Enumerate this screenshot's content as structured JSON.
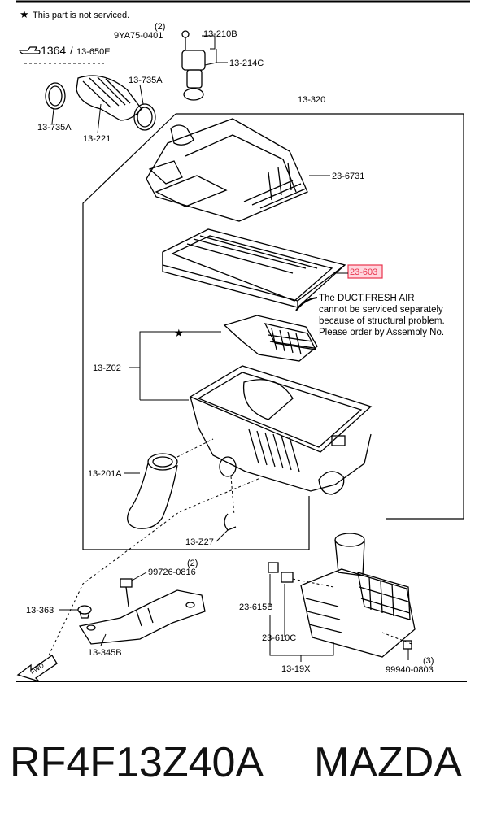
{
  "header": {
    "star_glyph": "★",
    "notice": "This part is not serviced."
  },
  "refs": {
    "ref_1364": "1364",
    "ref_13650E": "13-650E"
  },
  "callouts": {
    "c_9YA75_qty": "(2)",
    "c_9YA75": "9YA75-0401",
    "c_13210B": "13-210B",
    "c_13214C": "13-214C",
    "c_13735A_top": "13-735A",
    "c_13735A_left": "13-735A",
    "c_13221": "13-221",
    "c_13320": "13-320",
    "c_236731": "23-6731",
    "c_23603": "23-603",
    "c_13Z02": "13-Z02",
    "c_13201A": "13-201A",
    "c_13Z27": "13-Z27",
    "c_99726_qty": "(2)",
    "c_99726": "99726-0816",
    "c_13363": "13-363",
    "c_13345B": "13-345B",
    "c_23615B": "23-615B",
    "c_23610C": "23-610C",
    "c_1319X": "13-19X",
    "c_99940_qty": "(3)",
    "c_99940": "99940-0803"
  },
  "note": {
    "line1": "The DUCT,FRESH AIR",
    "line2": "cannot be serviced separately",
    "line3": "because of structural problem.",
    "line4": "Please order by Assembly No."
  },
  "fwd_label": "FWD",
  "part_number": "RF4F13Z40A",
  "brand": "MAZDA",
  "colors": {
    "highlight_fill": "#ffd6de",
    "highlight_stroke": "#e8324c",
    "ink": "#000000"
  }
}
